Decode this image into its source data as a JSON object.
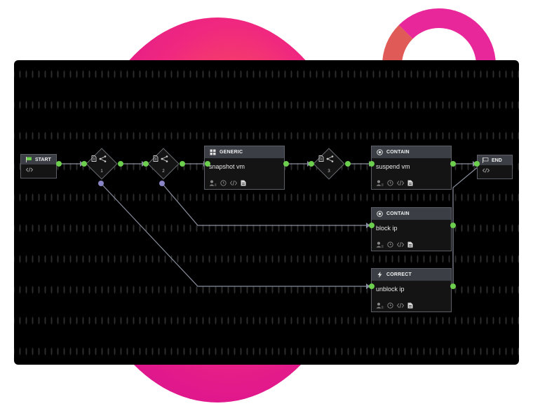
{
  "workflow": {
    "start": {
      "label": "START"
    },
    "end": {
      "label": "END"
    },
    "decisions": [
      {
        "number": "1"
      },
      {
        "number": "2"
      },
      {
        "number": "3"
      }
    ],
    "nodes": [
      {
        "type": "GENERIC",
        "title": "snapshot vm",
        "icon": "grid-icon"
      },
      {
        "type": "CONTAIN",
        "title": "suspend vm",
        "icon": "target-icon"
      },
      {
        "type": "CONTAIN",
        "title": "block ip",
        "icon": "target-icon"
      },
      {
        "type": "CORRECT",
        "title": "unblock ip",
        "icon": "lightning-icon"
      }
    ]
  },
  "colors": {
    "port_green": "#6ccf4e",
    "port_purple": "#8a85c7",
    "wire": "#8a8fa0",
    "node_header": "#3b3f45",
    "flag_green": "#6ccf4e"
  }
}
